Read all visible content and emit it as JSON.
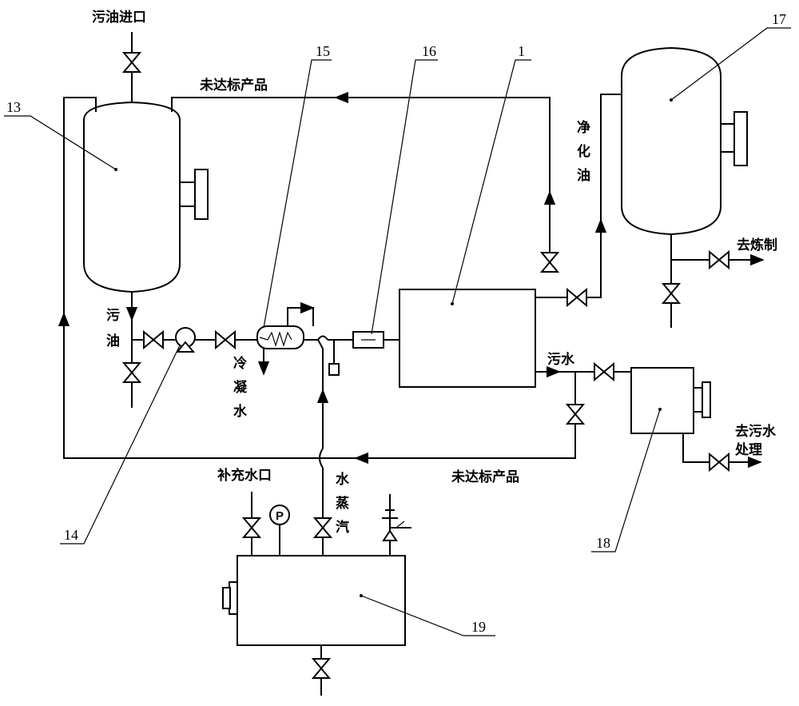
{
  "labels": {
    "dirty_oil_inlet": "污油进口",
    "substandard_top": "未达标产品",
    "substandard_bottom": "未达标产品",
    "purified_oil": [
      "净",
      "化",
      "油"
    ],
    "to_refining": "去炼制",
    "dirty_oil": [
      "污",
      "油"
    ],
    "condensate": [
      "冷",
      "凝",
      "水"
    ],
    "waste_water": "污水",
    "to_wastewater": [
      "去污水",
      "处理"
    ],
    "makeup_water": "补充水口",
    "steam": [
      "水",
      "蒸",
      "汽"
    ],
    "pressure_gauge": "P"
  },
  "callouts": {
    "n13": "13",
    "n15": "15",
    "n16": "16",
    "n1": "1",
    "n17": "17",
    "n14": "14",
    "n18": "18",
    "n19": "19"
  }
}
